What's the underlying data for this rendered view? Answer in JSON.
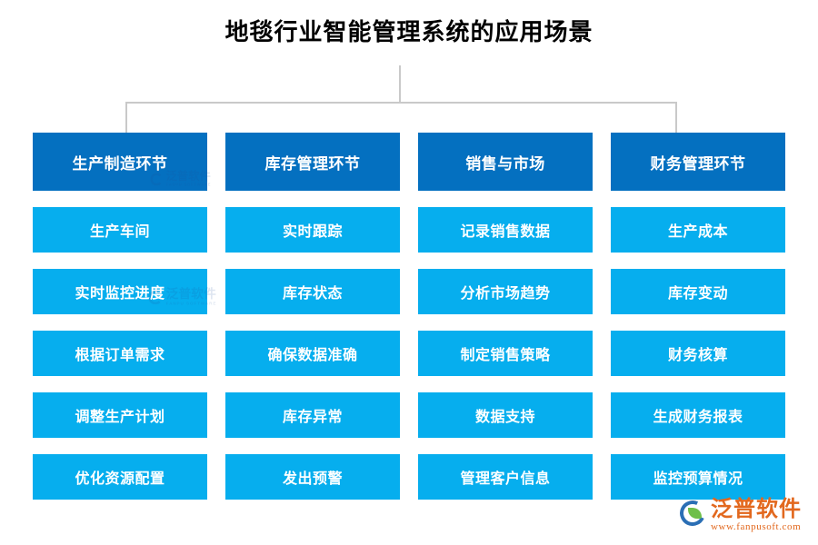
{
  "page": {
    "title": "地毯行业智能管理系统的应用场景",
    "background": "#ffffff",
    "header_color": "#0470c0",
    "item_color": "#06aeee",
    "connector_color": "#c9c9c9",
    "title_color": "#000000"
  },
  "chart_data": {
    "type": "diagram",
    "title": "地毯行业智能管理系统的应用场景",
    "layout": "top-down tree, 4 branches, 5 leaves each",
    "root": "地毯行业智能管理系统的应用场景",
    "branches": [
      {
        "header": "生产制造环节",
        "items": [
          "生产车间",
          "实时监控进度",
          "根据订单需求",
          "调整生产计划",
          "优化资源配置"
        ]
      },
      {
        "header": "库存管理环节",
        "items": [
          "实时跟踪",
          "库存状态",
          "确保数据准确",
          "库存异常",
          "发出预警"
        ]
      },
      {
        "header": "销售与市场",
        "items": [
          "记录销售数据",
          "分析市场趋势",
          "制定销售策略",
          "数据支持",
          "管理客户信息"
        ]
      },
      {
        "header": "财务管理环节",
        "items": [
          "生产成本",
          "库存变动",
          "财务核算",
          "生成财务报表",
          "监控预算情况"
        ]
      }
    ]
  },
  "watermarks": [
    {
      "text": "泛普软件",
      "sub": "FANPU SOFTWARE"
    },
    {
      "text": "泛普软件",
      "sub": "FANPU SOFTWARE"
    }
  ],
  "brand": {
    "name": "泛普软件",
    "url": "www.fanpusoft.com",
    "name_color": "#e2681e"
  }
}
